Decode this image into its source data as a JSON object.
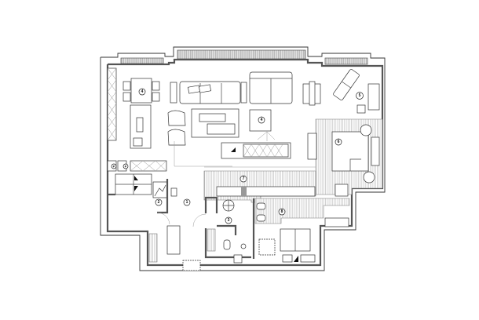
{
  "plan": {
    "room_labels": {
      "dining": "4",
      "living": "4",
      "lounge": "5",
      "bedroom": "6",
      "corridor": "7",
      "hall": "1",
      "entry_closet": "2",
      "bath": "3",
      "master_bath": "8",
      "pantry_a": "P",
      "pantry_b": "P"
    }
  }
}
